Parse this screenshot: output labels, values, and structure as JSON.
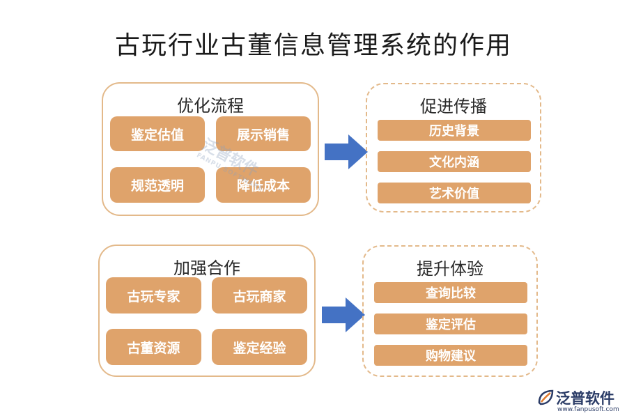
{
  "title": "古玩行业古董信息管理系统的作用",
  "groups": [
    {
      "title": "优化流程",
      "items": [
        "鉴定估值",
        "展示销售",
        "规范透明",
        "降低成本"
      ]
    },
    {
      "title": "促进传播",
      "items": [
        "历史背景",
        "文化内涵",
        "艺术价值"
      ]
    },
    {
      "title": "加强合作",
      "items": [
        "古玩专家",
        "古玩商家",
        "古董资源",
        "鉴定经验"
      ]
    },
    {
      "title": "提升体验",
      "items": [
        "查询比较",
        "鉴定评估",
        "购物建议"
      ]
    }
  ],
  "watermark": {
    "name": "泛普软件",
    "sub": "FANPU SOFTWARE"
  },
  "brand": {
    "name": "泛普软件",
    "url": "www.fanpusoft.com"
  },
  "colors": {
    "tile": "#dfa36b",
    "border": "#e3b98a",
    "arrow": "#4472c4",
    "brand": "#2a3b66"
  }
}
